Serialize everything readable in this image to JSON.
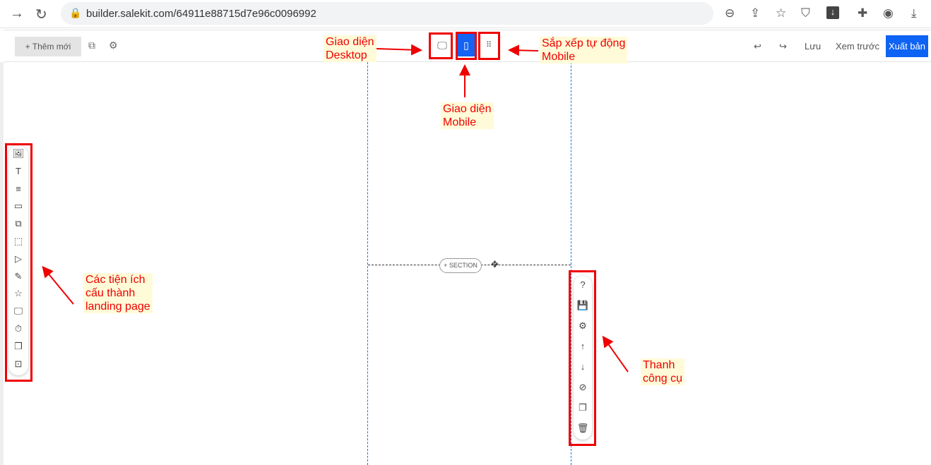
{
  "browser": {
    "url": "builder.salekit.com/64911e88715d7e96c0096992"
  },
  "toolbar": {
    "add_label": "+ Thêm mới",
    "save_label": "Lưu",
    "preview_label": "Xem trước",
    "publish_label": "Xuất bản",
    "active_device": "mobile"
  },
  "canvas": {
    "section_button": "+ SECTION"
  },
  "annotations": {
    "desktop": "Giao diện\nDesktop",
    "mobile": "Giao diện\nMobile",
    "auto_arrange": "Sắp xếp tự động\nMobile",
    "widgets": "Các tiện ích\ncấu thành\nlanding page",
    "toolbar": "Thanh\ncông cụ"
  },
  "left_widgets": [
    "image-icon",
    "text-icon",
    "paragraph-icon",
    "box-icon",
    "shapes-icon",
    "button-icon",
    "video-icon",
    "pen-icon",
    "star-icon",
    "slideshow-icon",
    "timer-icon",
    "gallery-icon",
    "frame-icon"
  ],
  "right_tools": [
    "help-icon",
    "save-icon",
    "settings-icon",
    "move-up-icon",
    "move-down-icon",
    "hide-icon",
    "duplicate-icon",
    "delete-icon"
  ],
  "colors": {
    "accent": "#1463f3",
    "annotation": "#e00000"
  }
}
